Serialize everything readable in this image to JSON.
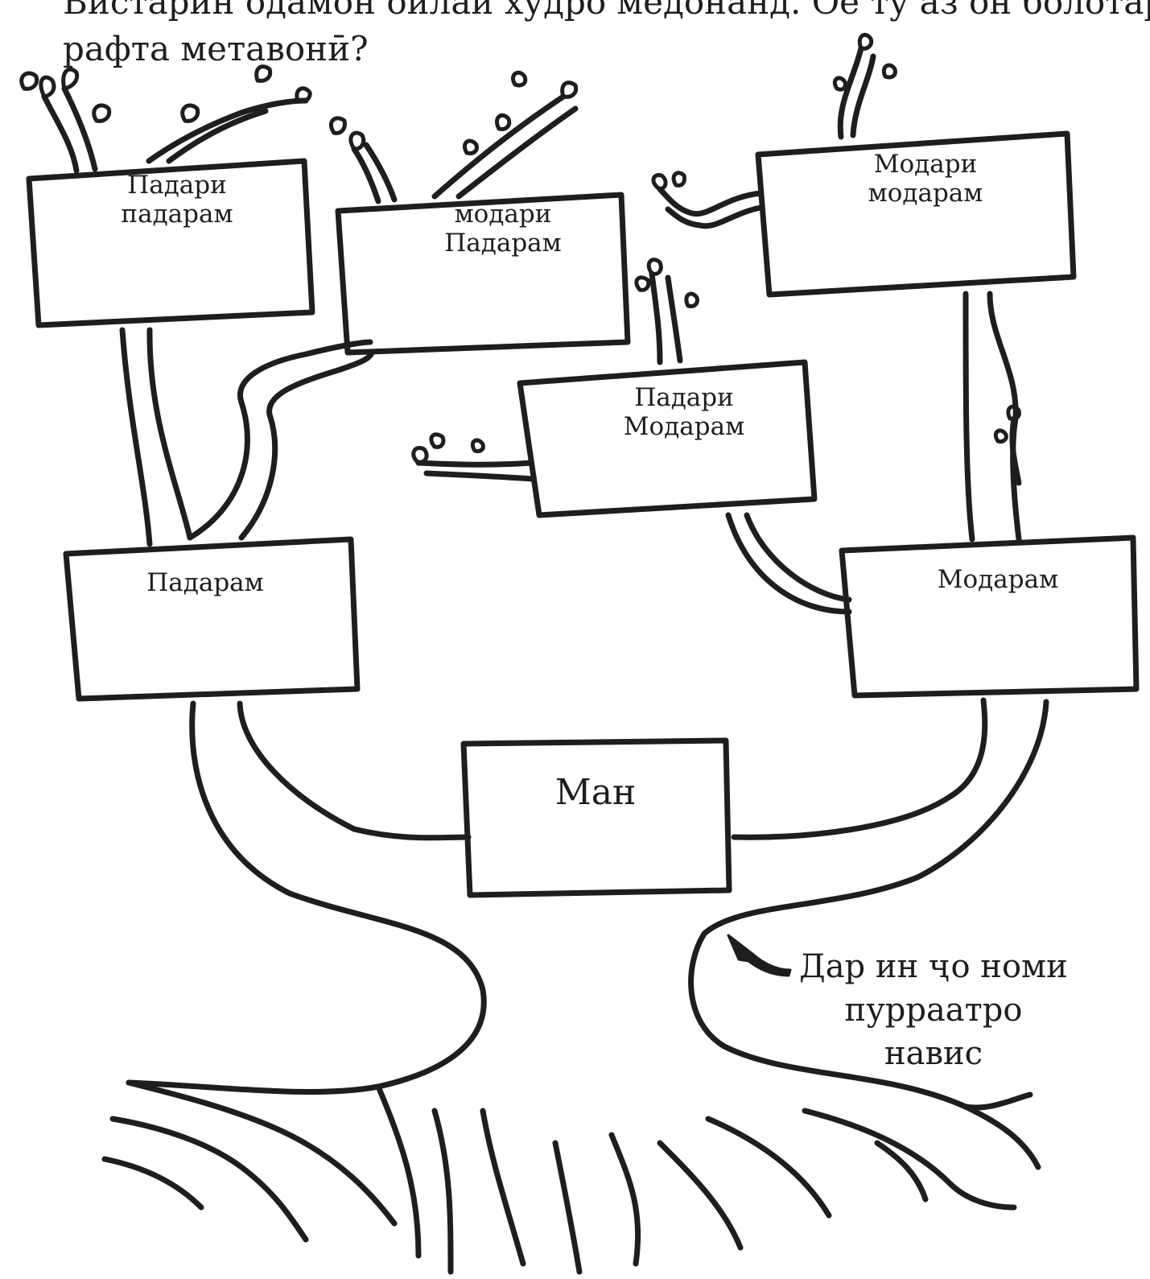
{
  "intro": {
    "line1": "Вистарин одамон оилаи худро медонанд. Ое ту аз он болотар",
    "line2": "рафта метавонӣ?"
  },
  "boxes": {
    "pgf": {
      "line1": "Падари",
      "line2": "падарам"
    },
    "pgm": {
      "line1": "модари",
      "line2": "Падарам"
    },
    "mgf": {
      "line1": "Падари",
      "line2": "Модарам"
    },
    "mgm": {
      "line1": "Модари",
      "line2": "модарам"
    },
    "father": {
      "line1": "Падарам"
    },
    "mother": {
      "line1": "Модарам"
    },
    "me": {
      "line1": "Ман"
    }
  },
  "note": {
    "line1": "Дар ин ҷо номи",
    "line2": "пурраатро",
    "line3": "навис"
  },
  "colors": {
    "ink": "#1e1e1e",
    "paper": "#ffffff"
  },
  "icons": {
    "arrow": "curved-arrow-icon"
  }
}
